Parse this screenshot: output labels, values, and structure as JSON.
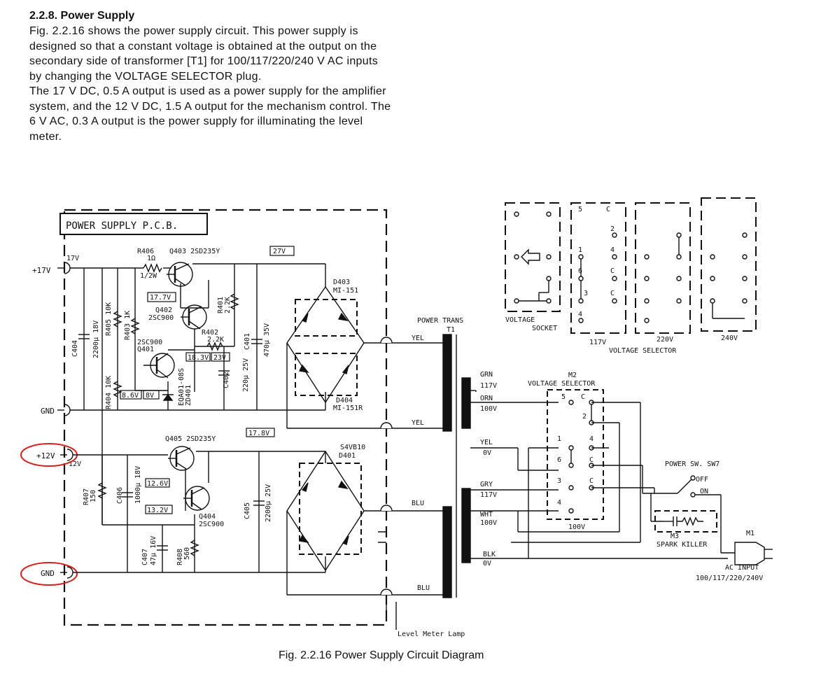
{
  "section": {
    "heading": "2.2.8. Power Supply",
    "para1": "Fig. 2.2.16 shows the power supply circuit. This power supply is designed so that a constant voltage is obtained at the output on the secondary side of transformer [T1] for 100/117/220/240 V AC inputs by changing the VOLTAGE SELECTOR plug.",
    "para2": "The 17 V DC, 0.5 A output is used as a power supply for the amplifier system, and the 12 V DC, 1.5 A output for the mechanism control. The 6 V AC, 0.3 A output is the power supply for illuminating the level meter."
  },
  "diagram": {
    "pcb_title": "POWER SUPPLY P.C.B.",
    "terminals": {
      "plus17": "+17V",
      "gnd1": "GND",
      "plus12": "+12V",
      "gnd2": "GND",
      "v17": "17V",
      "v12": "12V"
    },
    "upper": {
      "r406": "R406",
      "r406_val": "1Ω",
      "r406_w": "1/2W",
      "q403": "Q403  2SD235Y",
      "v27": "27V",
      "d403": "D403",
      "d403_type": "MI-151",
      "v17_7": "17.7V",
      "q402": "Q402",
      "q402_type": "2SC900",
      "r401": "R401",
      "r401_val": "2.2K",
      "r402": "R402",
      "r402_val": "2.2K",
      "q401_type": "2SC900",
      "q401": "Q401",
      "v18_3": "18.3V",
      "v23": "23V",
      "v8_6": "8.6V",
      "v8": "8V",
      "zd_type": "EQA01-08S",
      "zd": "ZD401",
      "c404": "C404",
      "c404_val": "2200μ 18V",
      "r405": "R405  10K",
      "r403": "R403  1K",
      "r404": "R404  10K",
      "c402": "C402",
      "c402_val": "220μ 25V",
      "c401": "C401",
      "c401_val": "470μ 35V",
      "d404": "D404",
      "d404_type": "MI-151R"
    },
    "lower": {
      "q405": "Q405  2SD235Y",
      "v17_8": "17.8V",
      "bridge": "S4VB10",
      "bridge_ref": "D401",
      "v12_6": "12.6V",
      "v13_2": "13.2V",
      "r407": "R407",
      "r407_val": "150",
      "c406": "C406",
      "c406_val": "1000μ 18V",
      "q404": "Q404",
      "q404_type": "2SC900",
      "c405": "C405",
      "c405_val": "2200μ 25V",
      "c407": "C407",
      "c407_val": "47μ 16V",
      "r408": "R408",
      "r408_val": "560"
    },
    "transformer": {
      "title": "POWER TRANS",
      "ref": "T1",
      "yel1": "YEL",
      "yel2": "YEL",
      "blu1": "BLU",
      "blu2": "BLU",
      "grn": "GRN",
      "grn_v": "117V",
      "orn": "ORN",
      "orn_v": "100V",
      "yel": "YEL",
      "yel_v": "0V",
      "gry": "GRY",
      "gry_v": "117V",
      "wht": "WHT",
      "wht_v": "100V",
      "blk": "BLK",
      "blk_v": "0V"
    },
    "selector": {
      "title_ref": "M2",
      "title": "VOLTAGE SELECTOR",
      "pins": [
        "5",
        "C",
        "2",
        "1",
        "4",
        "6",
        "C",
        "3",
        "C",
        "4"
      ],
      "footer": "100V"
    },
    "socket_panels": {
      "socket_label1": "VOLTAGE",
      "socket_label2": "SOCKET",
      "p117": "117V",
      "p220": "220V",
      "p240": "240V",
      "selector_label": "VOLTAGE  SELECTOR",
      "pin_labels": [
        "5",
        "C",
        "2",
        "1",
        "4",
        "6",
        "C",
        "3",
        "C",
        "4"
      ]
    },
    "power": {
      "sw": "POWER SW.  SW7",
      "off": "OFF",
      "on": "ON",
      "m3": "M3",
      "spark": "SPARK KILLER",
      "m1": "M1",
      "ac": "AC INPUT",
      "ac_v": "100/117/220/240V",
      "lamp": "Level Meter Lamp"
    }
  },
  "caption": "Fig. 2.2.16  Power Supply Circuit Diagram",
  "colors": {
    "ink": "#111111",
    "highlight": "#d62020"
  }
}
